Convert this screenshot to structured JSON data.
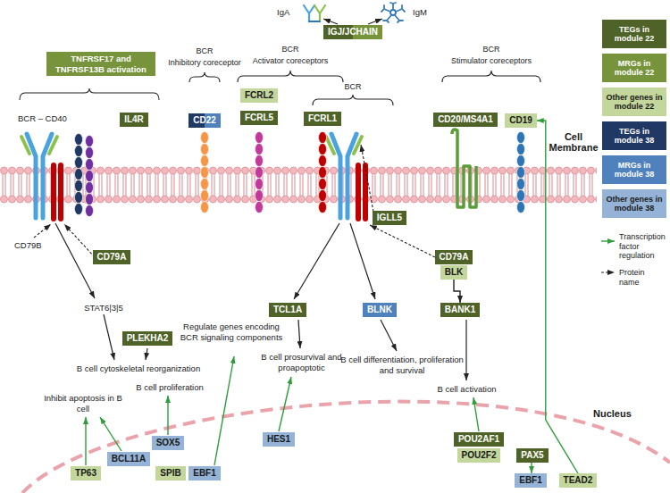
{
  "diagram": {
    "nodes": [
      {
        "text": [
          "IGJ/JCHAIN"
        ]
      },
      {
        "text": [
          "TNFRSF17 and TNFRSF13B activation"
        ]
      },
      {
        "text": [
          "IL4R"
        ]
      },
      {
        "text": [
          "CD22"
        ]
      },
      {
        "text": [
          "FCRL2"
        ]
      },
      {
        "text": [
          "FCRL5"
        ]
      },
      {
        "text": [
          "FCRL1"
        ]
      },
      {
        "text": [
          "CD20/MS4A1"
        ]
      },
      {
        "text": [
          "CD19"
        ]
      },
      {
        "text": [
          "IGLL5"
        ]
      },
      {
        "text": [
          "CD79A"
        ]
      },
      {
        "text": [
          "CD79A"
        ]
      },
      {
        "text": [
          "BLK"
        ]
      },
      {
        "text": [
          "TCL1A"
        ]
      },
      {
        "text": [
          "BLNK"
        ]
      },
      {
        "text": [
          "BANK1"
        ]
      },
      {
        "text": [
          "PLEKHA2"
        ]
      },
      {
        "text": [
          "SOX5"
        ]
      },
      {
        "text": [
          "HES1"
        ]
      },
      {
        "text": [
          "POU2AF1"
        ]
      },
      {
        "text": [
          "POU2F2"
        ]
      },
      {
        "text": [
          "PAX5"
        ]
      },
      {
        "text": [
          "TP63"
        ]
      },
      {
        "text": [
          "BCL11A"
        ]
      },
      {
        "text": [
          "SPIB"
        ]
      },
      {
        "text": [
          "EBF1"
        ]
      },
      {
        "text": [
          "EBF1"
        ]
      },
      {
        "text": [
          "TEAD2"
        ]
      }
    ],
    "edges": [
      {
        "from": 12,
        "to": 15,
        "arrow": "to"
      },
      {
        "from": 21,
        "to": 26,
        "arrow": "to"
      },
      {
        "from": 27,
        "to": 8,
        "arrow": "to"
      }
    ],
    "labels": [
      "IgA",
      "IgM",
      "BCR – CD40",
      "BCR",
      "Inhibitory coreceptor",
      "BCR",
      "Activator coreceptors",
      "BCR",
      "BCR",
      "Stimulator coreceptors",
      "Cell Membrane",
      "CD79B",
      "STAT6|3|5",
      "B cell cytoskeletal reorganization",
      "Regulate genes encoding BCR signaling components",
      "B cell prosurvival and proapoptotic",
      "B cell differentiation, proliferation and survival",
      "B cell activation",
      "B cell proliferation",
      "Inhibit apoptosis in B cell",
      "Nucleus"
    ],
    "legend": [
      {
        "text": "TEGs in module 22",
        "color": "#4f6228"
      },
      {
        "text": "MRGs in module 22",
        "color": "#77933c"
      },
      {
        "text": "Other genes in module 22",
        "color": "#c3d69b"
      },
      {
        "text": "TEGs in module 38",
        "color": "#1f3864"
      },
      {
        "text": "MRGs in module 38",
        "color": "#4f81bd"
      },
      {
        "text": "Other genes in module 38",
        "color": "#95b3d7"
      },
      {
        "text": "Transcription factor regulation"
      },
      {
        "text": "Protein name"
      }
    ]
  }
}
